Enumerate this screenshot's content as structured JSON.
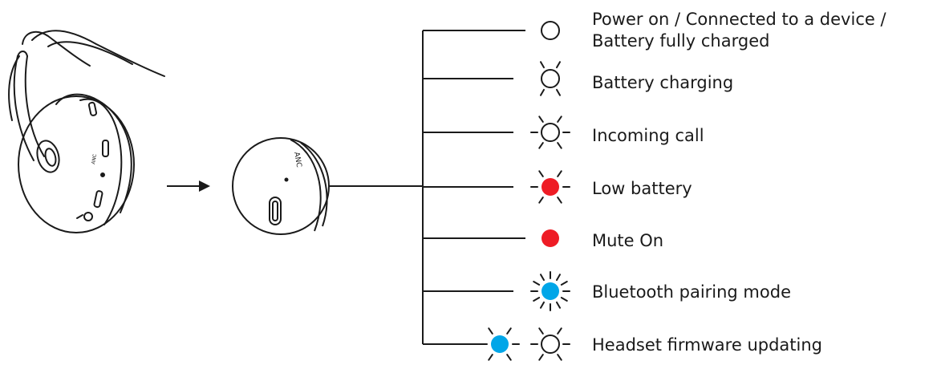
{
  "colors": {
    "line": "#1a1a1a",
    "red": "#ee1c25",
    "blue": "#00a6e8",
    "white": "#ffffff"
  },
  "legend": [
    {
      "id": "power",
      "label_lines": [
        "Power on / Connected to a device /",
        "Battery fully charged"
      ],
      "icons": [
        {
          "fill": "white",
          "rays": "none"
        }
      ]
    },
    {
      "id": "charging",
      "label_lines": [
        "Battery charging"
      ],
      "icons": [
        {
          "fill": "white",
          "rays": "short"
        }
      ]
    },
    {
      "id": "incoming-call",
      "label_lines": [
        "Incoming call"
      ],
      "icons": [
        {
          "fill": "white",
          "rays": "full"
        }
      ]
    },
    {
      "id": "low-battery",
      "label_lines": [
        "Low battery"
      ],
      "icons": [
        {
          "fill": "red",
          "rays": "full"
        }
      ]
    },
    {
      "id": "mute-on",
      "label_lines": [
        "Mute On"
      ],
      "icons": [
        {
          "fill": "red",
          "rays": "none"
        }
      ]
    },
    {
      "id": "bt-pairing",
      "label_lines": [
        "Bluetooth pairing mode"
      ],
      "icons": [
        {
          "fill": "blue",
          "rays": "many"
        }
      ]
    },
    {
      "id": "firmware",
      "label_lines": [
        "Headset firmware updating"
      ],
      "icons": [
        {
          "fill": "blue",
          "rays": "full"
        },
        {
          "fill": "white",
          "rays": "full"
        }
      ]
    }
  ],
  "headset": {
    "anc_label": "ANC",
    "icon": "headset-illustration"
  }
}
